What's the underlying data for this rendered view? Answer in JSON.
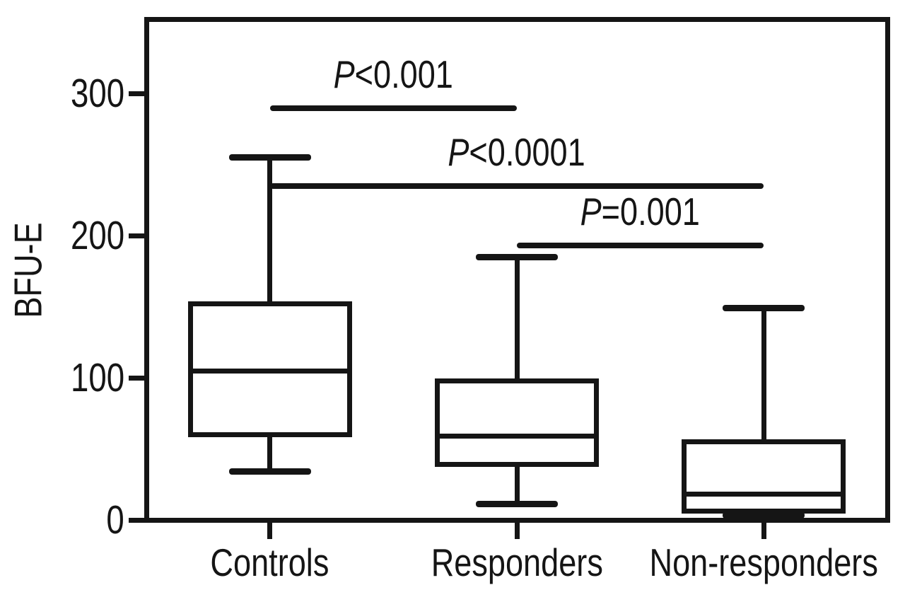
{
  "chart_data": {
    "type": "boxplot",
    "title": "",
    "xlabel": "",
    "ylabel": "BFU-E",
    "categories": [
      "Controls",
      "Responders",
      "Non-responders"
    ],
    "yticks": [
      0,
      100,
      200,
      300
    ],
    "ylim": [
      0,
      352
    ],
    "grid": false,
    "legend": "none",
    "series": [
      {
        "name": "Controls",
        "whisker_low": 34,
        "q1": 60,
        "median": 105,
        "q3": 152,
        "whisker_high": 255
      },
      {
        "name": "Responders",
        "whisker_low": 11,
        "q1": 39,
        "median": 59,
        "q3": 98,
        "whisker_high": 185
      },
      {
        "name": "Non-responders",
        "whisker_low": 3,
        "q1": 6,
        "median": 18,
        "q3": 55,
        "whisker_high": 149
      }
    ],
    "annotations": [
      {
        "label": "P<0.001",
        "between": [
          "Controls",
          "Responders"
        ],
        "bar_value": 290
      },
      {
        "label": "P<0.0001",
        "between": [
          "Controls",
          "Non-responders"
        ],
        "bar_value": 235
      },
      {
        "label": "P=0.001",
        "between": [
          "Responders",
          "Non-responders"
        ],
        "bar_value": 193
      }
    ],
    "colors": {
      "ink": "#151515",
      "background": "#ffffff"
    }
  }
}
